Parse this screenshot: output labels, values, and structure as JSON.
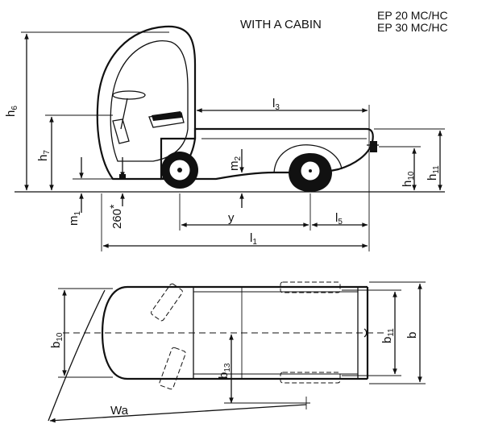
{
  "header": {
    "title": "WITH A CABIN",
    "model_line_1": "EP 20 MC/HC",
    "model_line_2": "EP 30 MC/HC"
  },
  "side_view_labels": {
    "h6": "h",
    "h6_sub": "6",
    "h7": "h",
    "h7_sub": "7",
    "h10": "h",
    "h10_sub": "10",
    "h11": "h",
    "h11_sub": "11",
    "l3": "l",
    "l3_sub": "3",
    "m2": "m",
    "m2_sub": "2",
    "m1": "m",
    "m1_sub": "1",
    "c260": "260",
    "c260_mark": "*",
    "y": "y",
    "l5": "l",
    "l5_sub": "5",
    "l1": "l",
    "l1_sub": "1"
  },
  "top_view_labels": {
    "b10": "b",
    "b10_sub": "10",
    "b11": "b",
    "b11_sub": "11",
    "b": "b",
    "b13": "b",
    "b13_sub": "13",
    "wa": "Wa"
  }
}
